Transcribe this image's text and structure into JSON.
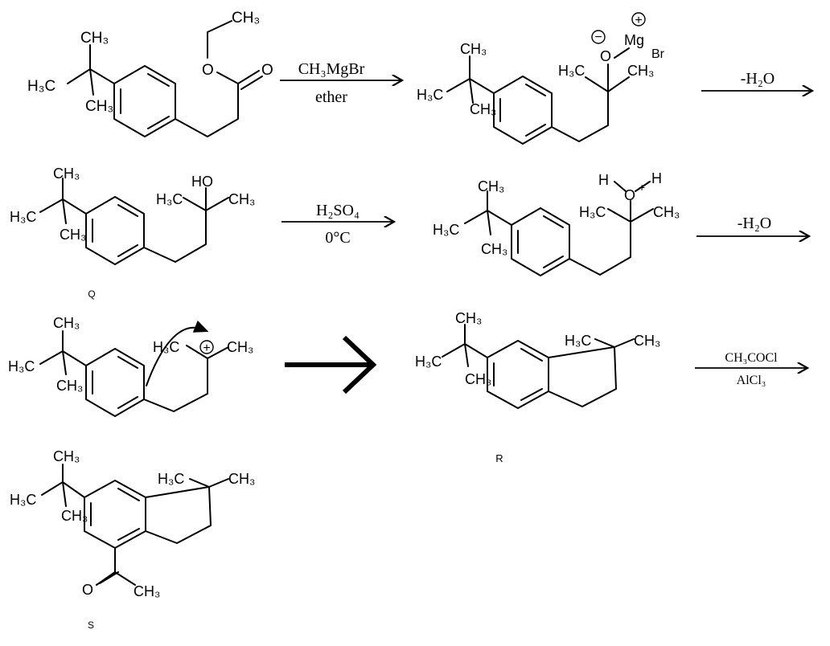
{
  "structures": {
    "ester": {
      "labels": {
        "ch3_top": "CH3",
        "h3c_left": "H3C",
        "ch3_low": "CH3",
        "o_ether": "O",
        "o_carbonyl": "O",
        "ch3_ethyl": "CH3"
      }
    },
    "grignard_adduct": {
      "labels": {
        "ch3_top": "CH3",
        "h3c_left": "H3C",
        "ch3_low": "CH3",
        "o": "O",
        "mg": "Mg",
        "br": "Br",
        "h3c_quat": "H3C",
        "ch3_quat": "CH3",
        "neg": "−",
        "pos": "+"
      }
    },
    "compound_q": {
      "name": "Q",
      "labels": {
        "ch3_top": "CH3",
        "h3c_left": "H3C",
        "ch3_low": "CH3",
        "ho": "HO",
        "h3c_quat": "H3C",
        "ch3_quat": "CH3"
      }
    },
    "oxonium": {
      "labels": {
        "ch3_top": "CH3",
        "h3c_left": "H3C",
        "ch3_low": "CH3",
        "h1": "H",
        "o": "O",
        "h2": "H",
        "plus": "+",
        "h3c_quat": "H3C",
        "ch3_quat": "CH3"
      }
    },
    "carbocation": {
      "labels": {
        "ch3_top": "CH3",
        "h3c_left": "H3C",
        "ch3_low": "CH3",
        "h3c_quat": "H3C",
        "ch3_quat": "CH3",
        "plus": "+"
      }
    },
    "compound_r": {
      "name": "R",
      "labels": {
        "ch3_top": "CH3",
        "h3c_left": "H3C",
        "ch3_low": "CH3",
        "h3c_ring": "H3C",
        "ch3_ring": "CH3"
      }
    },
    "compound_s": {
      "name": "S",
      "labels": {
        "ch3_top": "CH3",
        "h3c_left": "H3C",
        "ch3_low": "CH3",
        "h3c_ring": "H3C",
        "ch3_ring": "CH3",
        "o_acetyl": "O",
        "ch3_acetyl": "CH3"
      }
    }
  },
  "reagents": {
    "step1": {
      "above": "CH3MgBr",
      "below": "ether"
    },
    "step2": {
      "above": "-H2O"
    },
    "step3": {
      "above": "H2SO4",
      "below": "0°C"
    },
    "step4": {
      "above": "-H2O"
    },
    "step6": {
      "above": "CH3COCl",
      "below": "AlCl3"
    }
  }
}
